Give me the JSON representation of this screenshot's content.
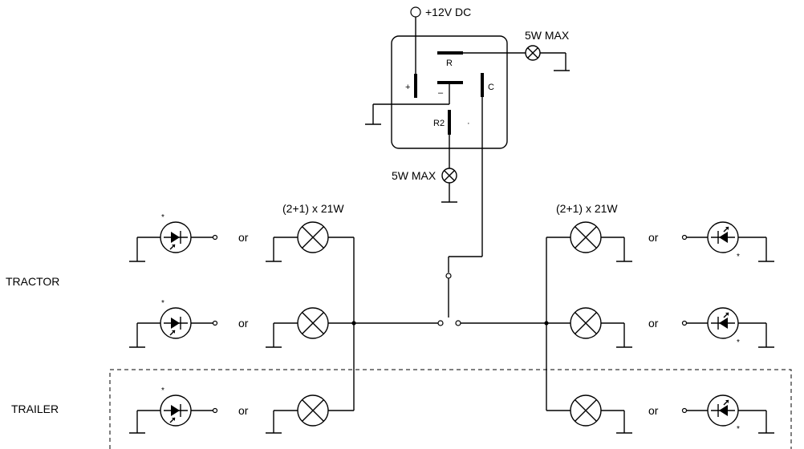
{
  "labels": {
    "supply": "+12V DC",
    "load_top": "5W MAX",
    "load_bottom": "5W MAX",
    "pin_r": "R",
    "pin_plus": "+",
    "pin_minus": "–",
    "pin_c": "C",
    "pin_r2": "R2",
    "pin_dot": "·",
    "group_left": "(2+1) x 21W",
    "group_right": "(2+1) x 21W",
    "tractor": "TRACTOR",
    "trailer": "TRAILER",
    "or": "or",
    "asterisk": "*"
  }
}
